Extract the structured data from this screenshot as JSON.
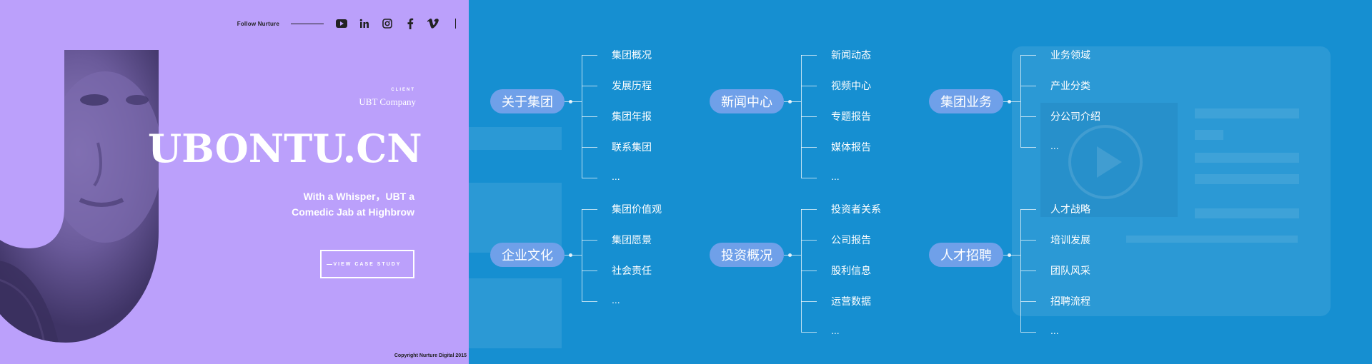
{
  "follow": {
    "label": "Follow Nurture",
    "social": [
      "youtube-icon",
      "linkedin-icon",
      "instagram-icon",
      "facebook-icon",
      "vimeo-icon"
    ]
  },
  "hero": {
    "client_label": "CLIENT",
    "company": "UBT Company",
    "title": "UBONTU.CN",
    "tagline_line1": "With a Whisper，UBT a",
    "tagline_line2": "Comedic Jab at Highbrow",
    "cta_label": "VIEW CASE STUDY",
    "copyright": "Copyright Nurture Digital 2015"
  },
  "colors": {
    "left_bg": "#bba0fb",
    "right_bg": "#168fd1",
    "chip_bg": "#6fa0e9"
  },
  "sitemap": {
    "row1": [
      {
        "title": "关于集团",
        "items": [
          "集团概况",
          "发展历程",
          "集团年报",
          "联系集团",
          "..."
        ]
      },
      {
        "title": "新闻中心",
        "items": [
          "新闻动态",
          "视频中心",
          "专题报告",
          "媒体报告",
          "..."
        ]
      },
      {
        "title": "集团业务",
        "items": [
          "业务领域",
          "产业分类",
          "分公司介绍",
          "..."
        ]
      }
    ],
    "row2": [
      {
        "title": "企业文化",
        "items": [
          "集团价值观",
          "集团愿景",
          "社会责任",
          "..."
        ]
      },
      {
        "title": "投资概况",
        "items": [
          "投资者关系",
          "公司报告",
          "股利信息",
          "运营数据",
          "..."
        ]
      },
      {
        "title": "人才招聘",
        "items": [
          "人才战略",
          "培训发展",
          "团队风采",
          "招聘流程",
          "..."
        ]
      }
    ]
  }
}
